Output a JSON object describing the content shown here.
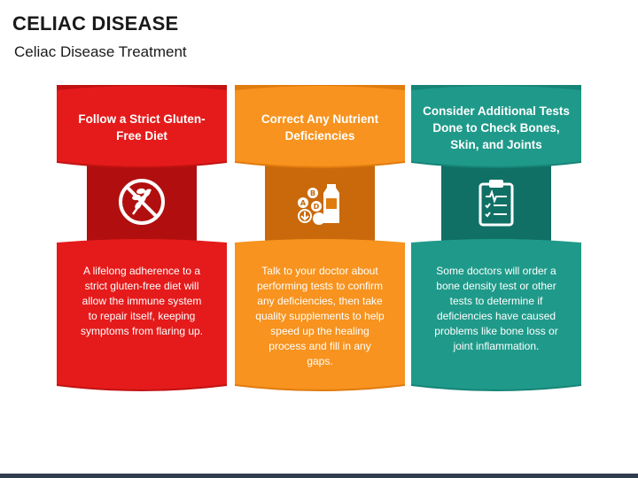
{
  "title": "CELIAC DISEASE",
  "subtitle": "Celiac Disease Treatment",
  "colors": {
    "red": "#e51b1b",
    "red_dark": "#b10f0f",
    "red_mid": "#c21212",
    "orange": "#f7931e",
    "orange_dark": "#c9690b",
    "orange_mid": "#e07b0e",
    "teal": "#1f9a8a",
    "teal_dark": "#107066",
    "teal_mid": "#168477",
    "footer": "#2f3e4e"
  },
  "cards": [
    {
      "heading": "Follow a Strict Gluten-Free Diet",
      "icon": "no-gluten-icon",
      "body": "A lifelong adherence to a strict gluten-free diet will allow the immune system to repair itself, keeping symptoms from flaring up."
    },
    {
      "heading": "Correct Any Nutrient Deficiencies",
      "icon": "vitamins-supplements-icon",
      "body": "Talk to your doctor about performing tests to confirm any deficiencies, then take quality supplements to help speed up the healing process and fill in any gaps."
    },
    {
      "heading": "Consider Additional Tests Done to Check Bones, Skin, and Joints",
      "icon": "medical-checklist-icon",
      "body": "Some doctors will order a bone density test or other tests to determine if deficiencies have caused problems like bone loss or joint inflammation."
    }
  ]
}
